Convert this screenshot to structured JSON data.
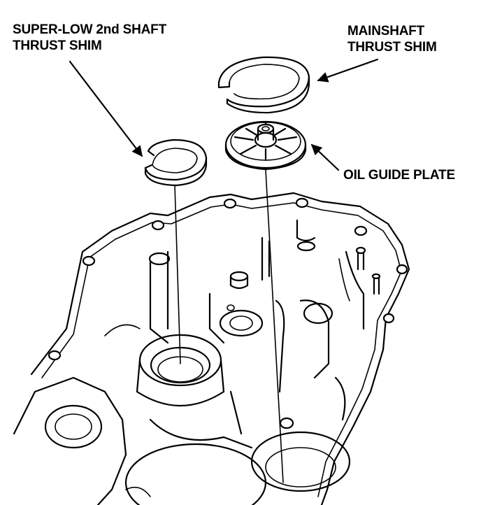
{
  "labels": {
    "superlow_line1": "SUPER-LOW 2nd SHAFT",
    "superlow_line2": "THRUST SHIM",
    "mainshaft_line1": "MAINSHAFT",
    "mainshaft_line2": "THRUST SHIM",
    "oilguide": "OIL GUIDE PLATE"
  },
  "colors": {
    "ink": "#000000",
    "paper": "#ffffff"
  }
}
